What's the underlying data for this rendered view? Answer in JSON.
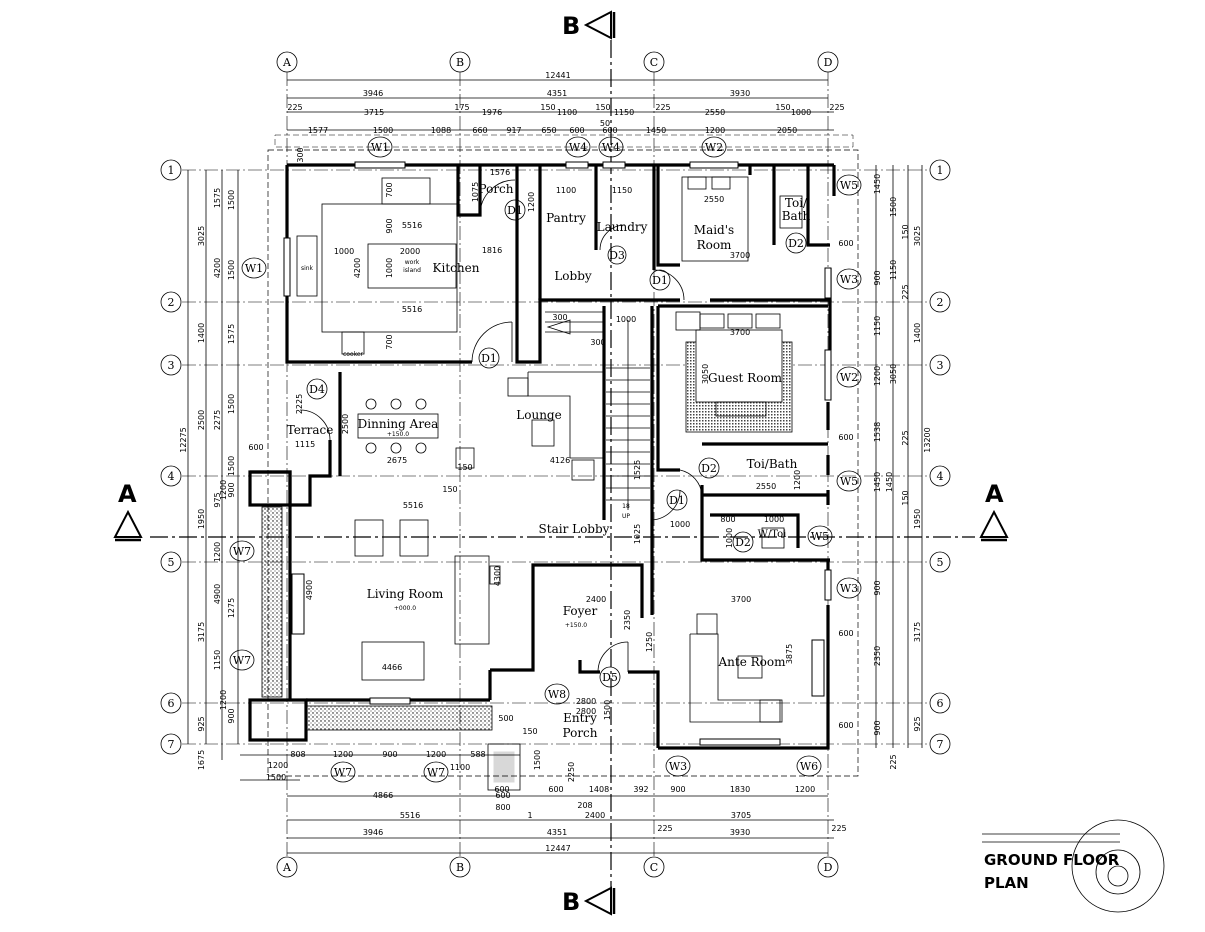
{
  "grid": {
    "columns": [
      "A",
      "B",
      "C",
      "D"
    ],
    "rows": [
      "1",
      "2",
      "3",
      "4",
      "5",
      "6",
      "7"
    ]
  },
  "section_markers": {
    "b": "B",
    "a": "A"
  },
  "title": [
    "GROUND FLOOR",
    "PLAN"
  ],
  "rooms": {
    "porch": "Porch",
    "pantry": "Pantry",
    "laundry": "Laundry",
    "maids_room": [
      "Maid's",
      "Room"
    ],
    "toi_bath_top": [
      "Toi/",
      "Bath"
    ],
    "kitchen": "Kitchen",
    "lobby": "Lobby",
    "guest_room": "Guest Room",
    "terrace": "Terrace",
    "dinning_area": "Dinning Area",
    "lounge": "Lounge",
    "toi_bath_mid": "Toi/Bath",
    "stair_lobby": "Stair Lobby",
    "wc": "W/Toi",
    "living_room": "Living Room",
    "foyer": "Foyer",
    "ante_room": "Ante Room",
    "entry_porch": [
      "Entry",
      "Porch"
    ],
    "work_island": [
      "work",
      "island"
    ],
    "sink": "sink",
    "cooker": "cooker"
  },
  "levels": {
    "dinning": "+150.0",
    "living": "+000.0",
    "foyer": "+150.0"
  },
  "tags": {
    "W1": "W1",
    "W2": "W2",
    "W3": "W3",
    "W4": "W4",
    "W5": "W5",
    "W6": "W6",
    "W7": "W7",
    "W8": "W8",
    "D1": "D1",
    "D2": "D2",
    "D3": "D3",
    "D4": "D4",
    "D5": "D5"
  },
  "stair": {
    "up": "UP",
    "last_tread": "18"
  },
  "dimensions": {
    "overall_top": "12441",
    "overall_bottom": "12447",
    "top_row1": [
      "3946",
      "4351",
      "3930"
    ],
    "top_row2": [
      "225",
      "3715",
      "175",
      "1976",
      "150",
      "1100",
      "150",
      "1150",
      "225",
      "2550",
      "150",
      "1000",
      "225"
    ],
    "top_row3": [
      "1577",
      "1500",
      "1088",
      "660",
      "917",
      "650",
      "600",
      "50",
      "600",
      "1450",
      "1200",
      "2050"
    ],
    "bottom_row1": [
      "3946",
      "4351",
      "3930"
    ],
    "bottom_row2": [
      "5516",
      "1",
      "2400",
      "225",
      "3705",
      "225"
    ],
    "bottom_row3": [
      "4866",
      "600",
      "800",
      "208",
      "600",
      "1408",
      "392",
      "900",
      "1830",
      "1200"
    ],
    "bottom_row4": [
      "808",
      "1200",
      "900",
      "1200",
      "1100",
      "588"
    ],
    "bottom_row5": [
      "1200",
      "1500"
    ],
    "left_outer": "12275",
    "left_mid": [
      "3025",
      "1400",
      "2500",
      "1950",
      "3175",
      "925",
      "1675"
    ],
    "left_inner": [
      "1575",
      "4200",
      "1575",
      "2275",
      "975",
      "900",
      "1200",
      "1200",
      "4900",
      "1150",
      "1200",
      "900"
    ],
    "left_small": [
      "1500",
      "1500",
      "1500",
      "1275"
    ],
    "right_outer": "13200",
    "right_mid": [
      "3025",
      "1400",
      "3050",
      "1950",
      "3175",
      "925"
    ],
    "right_inner": [
      "1450",
      "1500",
      "150",
      "1150",
      "900",
      "225",
      "1150",
      "1200",
      "1538",
      "225",
      "1450",
      "1450",
      "150",
      "900",
      "2350",
      "900",
      "225"
    ],
    "interior": [
      "5516",
      "1816",
      "1000",
      "2000",
      "5516",
      "700",
      "700",
      "900",
      "4200",
      "1000",
      "1100",
      "1150",
      "2550",
      "3700",
      "3700",
      "3050",
      "1000",
      "300",
      "300",
      "1115",
      "2675",
      "600",
      "4126",
      "5516",
      "2550",
      "800",
      "1000",
      "1000",
      "2400",
      "2350",
      "3700",
      "3875",
      "4466",
      "4300",
      "4900",
      "1250",
      "1525",
      "2800",
      "1500",
      "1500",
      "150",
      "150",
      "600",
      "600",
      "600",
      "600",
      "600",
      "2225",
      "2500",
      "1075",
      "300",
      "1576",
      "150",
      "1200",
      "1000",
      "1200",
      "500",
      "1025",
      "2250",
      "1500",
      "2800"
    ]
  }
}
